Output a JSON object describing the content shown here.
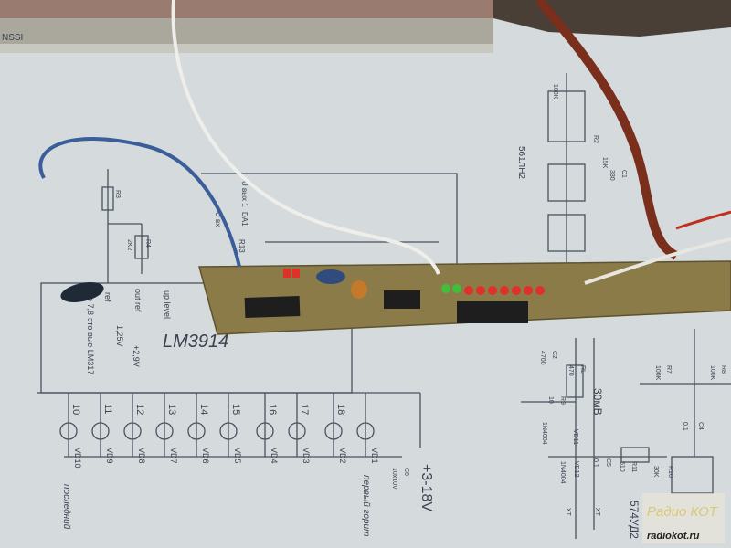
{
  "photo": {
    "magazine_text": "NSSI",
    "chip_label": "LM3914",
    "supply_label": "+3-18V",
    "millivolt_label": "30мВ",
    "opamp_label": "574УД2",
    "inverter_label": "561ЛН2",
    "regulator_note": "ue 7,8-это вые LM317",
    "ref_labels": [
      "ref",
      "out ref",
      "1,25V",
      "+2,9V",
      "up level"
    ],
    "input_labels": [
      "U вых 1",
      "DA1",
      "U вх",
      "R13"
    ],
    "resistor_labels": [
      "R3",
      "R4",
      "2K2",
      "R7",
      "100K",
      "R8",
      "100K",
      "R9",
      "10",
      "R11",
      "510",
      "R10",
      "30K",
      "RL",
      "470",
      "R2",
      "15K",
      "100K"
    ],
    "capacitor_labels": [
      "C2",
      "4700",
      "C4",
      "0.1",
      "C5",
      "0.1",
      "C6",
      "10x10V",
      "C1",
      "330"
    ],
    "diode_labels": [
      "VD11",
      "1N4004",
      "VD12",
      "1N4004"
    ],
    "connector_labels": [
      "XT",
      "XT"
    ],
    "pin_numbers": [
      "10",
      "11",
      "12",
      "13",
      "14",
      "15",
      "16",
      "17",
      "18"
    ],
    "led_labels": [
      "VD10",
      "VD9",
      "VD8",
      "VD7",
      "VD6",
      "VD5",
      "VD4",
      "VD3",
      "VD2",
      "VD1"
    ],
    "first_lit_label": "первый горит",
    "last_label": "последний",
    "watermark_logo": "Радио КОТ",
    "watermark_url": "radiokot.ru",
    "colors": {
      "paper": "#d5dadc",
      "pcb": "#8a7b48",
      "led_red": "#e0302a",
      "led_green": "#3fbf3a",
      "cable_blue": "#3b5d9a",
      "cable_brown": "#7a2e1c"
    }
  }
}
